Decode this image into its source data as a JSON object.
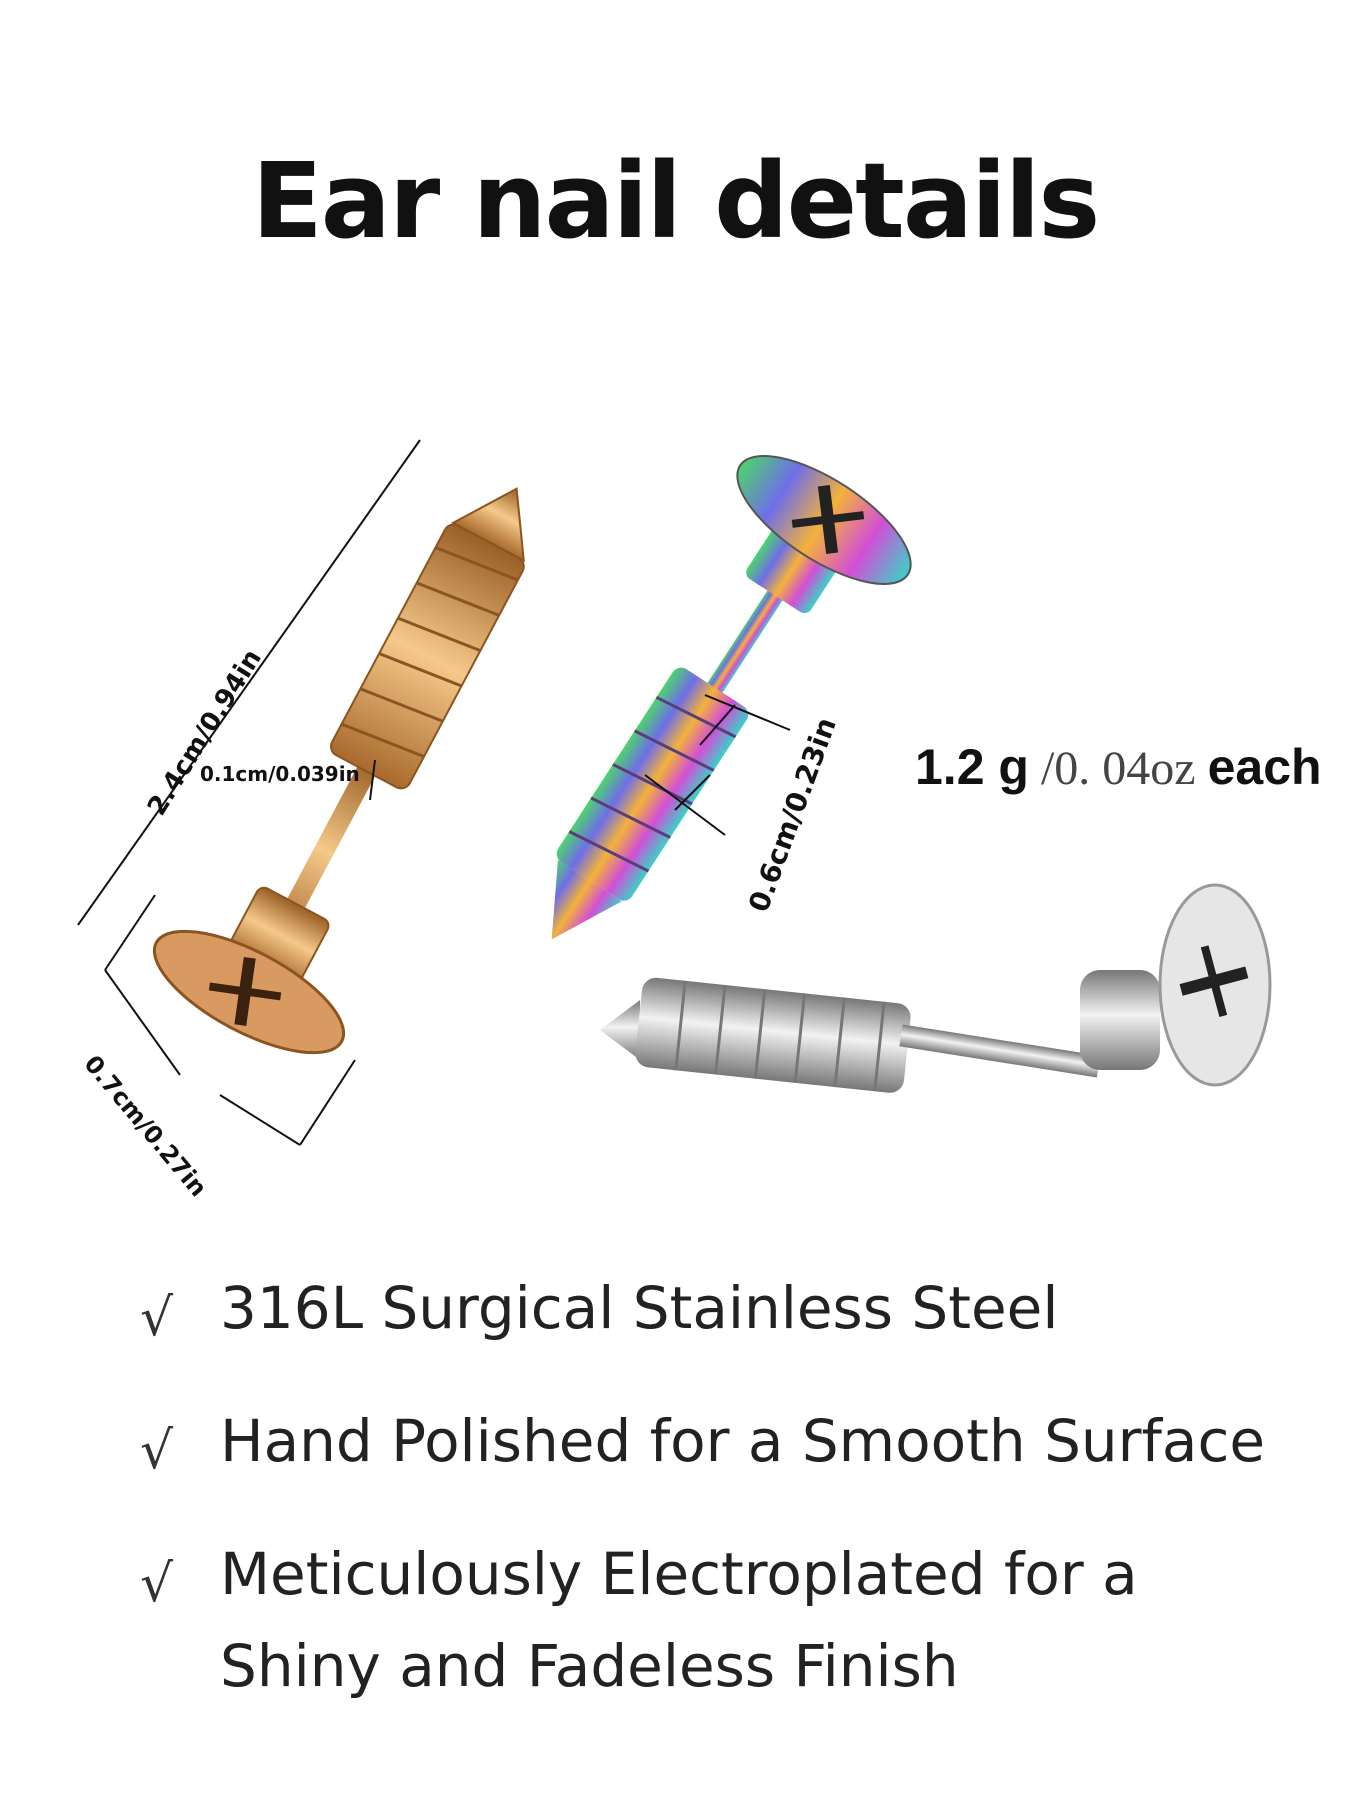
{
  "title": "Ear nail details",
  "dimensions": {
    "length": "2.4cm/0.94in",
    "pin_diameter": "0.1cm/0.039in",
    "head_diameter": "0.7cm/0.27in",
    "gap": "0.6cm/0.23in"
  },
  "weight": {
    "grams": "1.2 g",
    "ounces": "/0. 04oz",
    "suffix": "each"
  },
  "features": [
    {
      "icon": "check-icon",
      "text": "316L Surgical Stainless Steel"
    },
    {
      "icon": "check-icon",
      "text": "Hand Polished for a Smooth Surface"
    },
    {
      "icon": "check-icon",
      "text": "Meticulously Electroplated for a Shiny and Fadeless Finish"
    }
  ],
  "colors": {
    "gold": "#d9a060",
    "silver": "#c8c8c8",
    "text": "#111111"
  }
}
